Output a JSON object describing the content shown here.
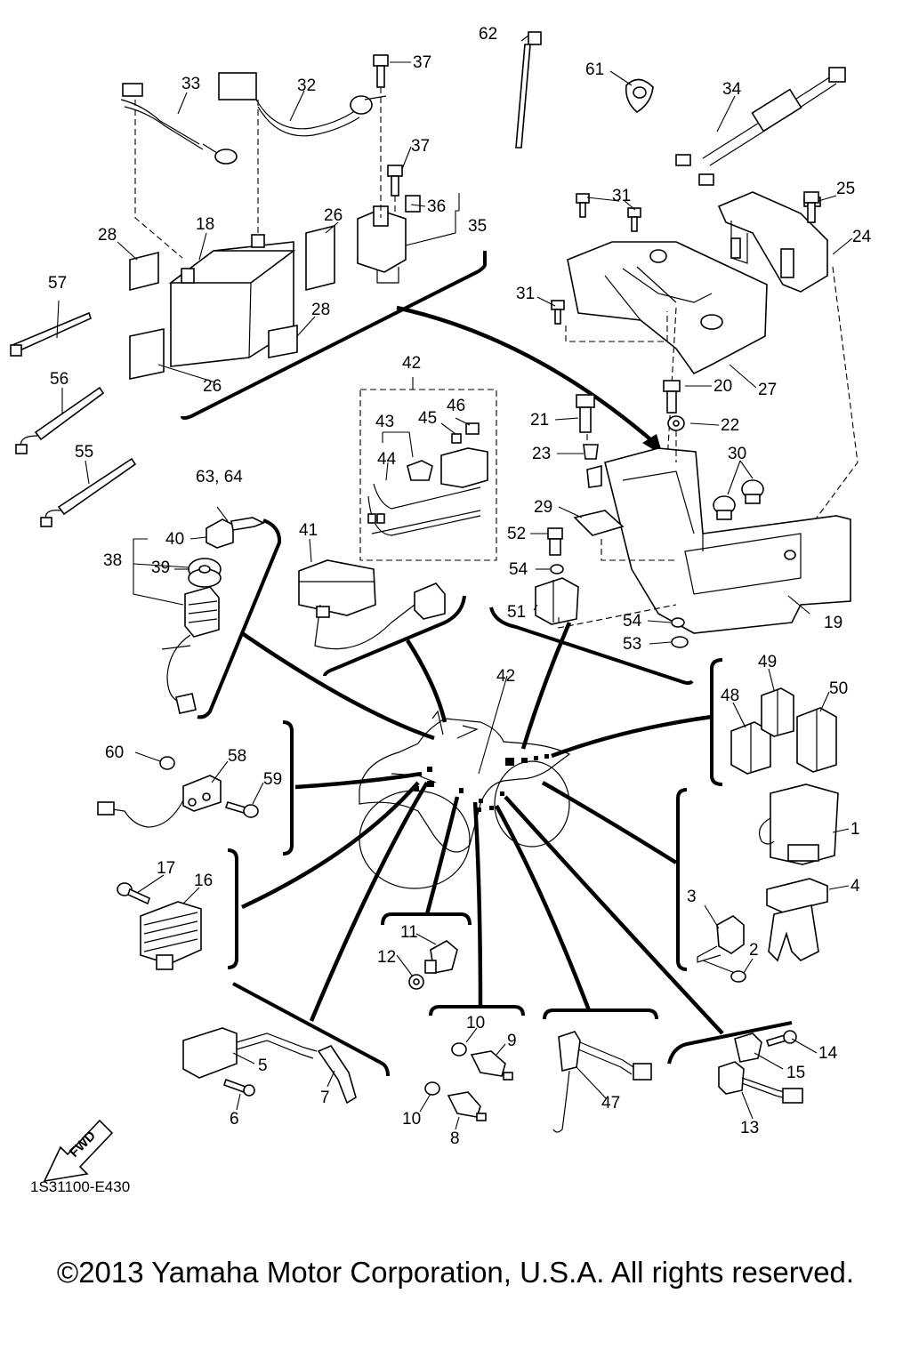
{
  "diagram": {
    "code": "1S31100-E430",
    "fwd_label": "FWD",
    "callouts": {
      "c1": "1",
      "c2": "2",
      "c3": "3",
      "c4": "4",
      "c5": "5",
      "c6": "6",
      "c7": "7",
      "c8": "8",
      "c9": "9",
      "c10a": "10",
      "c10b": "10",
      "c11": "11",
      "c12": "12",
      "c13": "13",
      "c14": "14",
      "c15": "15",
      "c16": "16",
      "c17": "17",
      "c18": "18",
      "c19": "19",
      "c20": "20",
      "c21": "21",
      "c22": "22",
      "c23": "23",
      "c24": "24",
      "c25": "25",
      "c26a": "26",
      "c26b": "26",
      "c27": "27",
      "c28a": "28",
      "c28b": "28",
      "c29": "29",
      "c30": "30",
      "c31a": "31",
      "c31b": "31",
      "c32": "32",
      "c33": "33",
      "c34": "34",
      "c35": "35",
      "c36": "36",
      "c37a": "37",
      "c37b": "37",
      "c38": "38",
      "c39": "39",
      "c40": "40",
      "c41": "41",
      "c42a": "42",
      "c42b": "42",
      "c43": "43",
      "c44": "44",
      "c45": "45",
      "c46": "46",
      "c47": "47",
      "c48": "48",
      "c49": "49",
      "c50": "50",
      "c51": "51",
      "c52": "52",
      "c53": "53",
      "c54a": "54",
      "c54b": "54",
      "c55": "55",
      "c56": "56",
      "c57": "57",
      "c58": "58",
      "c59": "59",
      "c60": "60",
      "c61": "61",
      "c62": "62",
      "c6364": "63, 64"
    }
  },
  "copyright": "©2013 Yamaha Motor Corporation, U.S.A. All rights reserved."
}
